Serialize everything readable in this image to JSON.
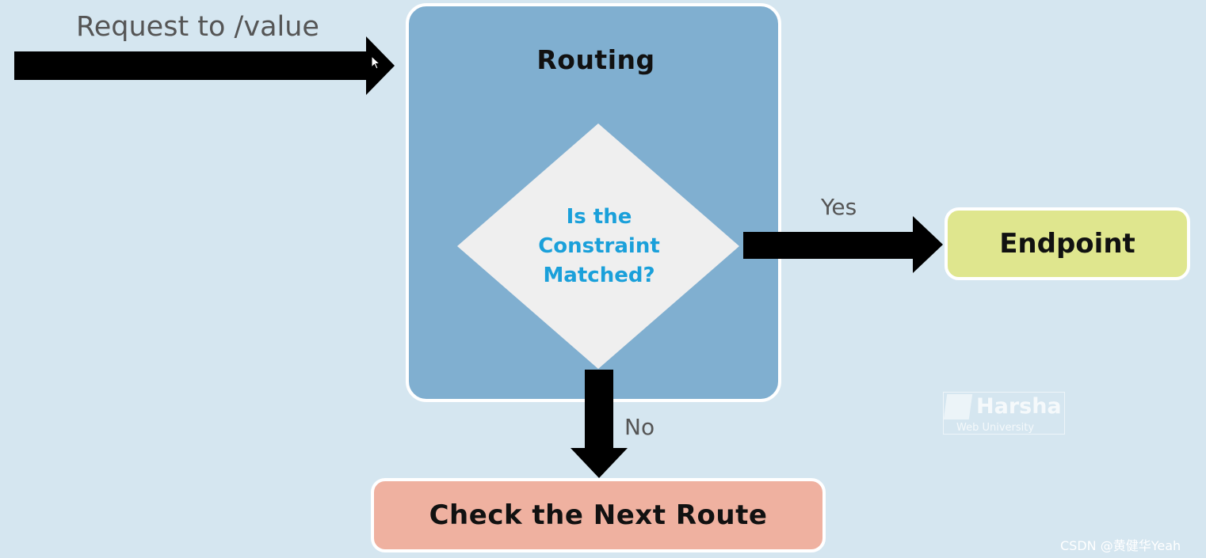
{
  "diagram": {
    "request_label": "Request to /value",
    "routing_title": "Routing",
    "decision_lines": [
      "Is the",
      "Constraint",
      "Matched?"
    ],
    "yes_label": "Yes",
    "no_label": "No",
    "endpoint_label": "Endpoint",
    "next_route_label": "Check the Next Route"
  },
  "watermark": {
    "title": "Harsha",
    "subtitle": "Web University"
  },
  "credit": "CSDN @黄健华Yeah",
  "colors": {
    "background": "#d5e6f0",
    "routing_box": "#80afd0",
    "decision": "#efefef",
    "decision_text": "#1aa0da",
    "endpoint": "#dfe68e",
    "next_route": "#efb1a0",
    "arrow": "#000000"
  }
}
